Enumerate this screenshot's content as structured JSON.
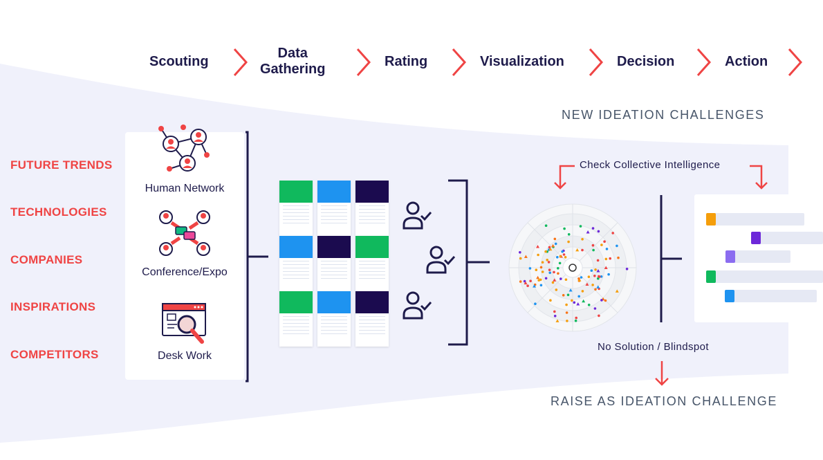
{
  "steps": [
    "Scouting",
    "Data\nGathering",
    "Rating",
    "Visualization",
    "Decision",
    "Action"
  ],
  "categories": [
    "FUTURE TRENDS",
    "TECHNOLOGIES",
    "COMPANIES",
    "INSPIRATIONS",
    "COMPETITORS"
  ],
  "sources": [
    {
      "label": "Human Network",
      "icon": "people-network-icon"
    },
    {
      "label": "Conference/Expo",
      "icon": "conference-chat-icon"
    },
    {
      "label": "Desk Work",
      "icon": "desk-search-icon"
    }
  ],
  "new_challenges": "NEW IDEATION CHALLENGES",
  "check_ci": "Check Collective Intelligence",
  "no_solution": "No Solution / Blindspot",
  "raise_challenge": "RAISE AS IDEATION CHALLENGE",
  "card_colors": [
    [
      "#10b95d",
      "#1e93f0",
      "#1b0b4f"
    ],
    [
      "#1e93f0",
      "#1b0b4f",
      "#10b95d"
    ],
    [
      "#10b95d",
      "#1e93f0",
      "#1b0b4f"
    ]
  ],
  "result_bar_colors": [
    "#f59e0b",
    "#6d28d9",
    "#8b6cf0",
    "#10b95d",
    "#1e93f0"
  ],
  "colors": {
    "accent_red": "#ef4444",
    "navy": "#1e1b4b",
    "band": "#f0f1fb"
  }
}
